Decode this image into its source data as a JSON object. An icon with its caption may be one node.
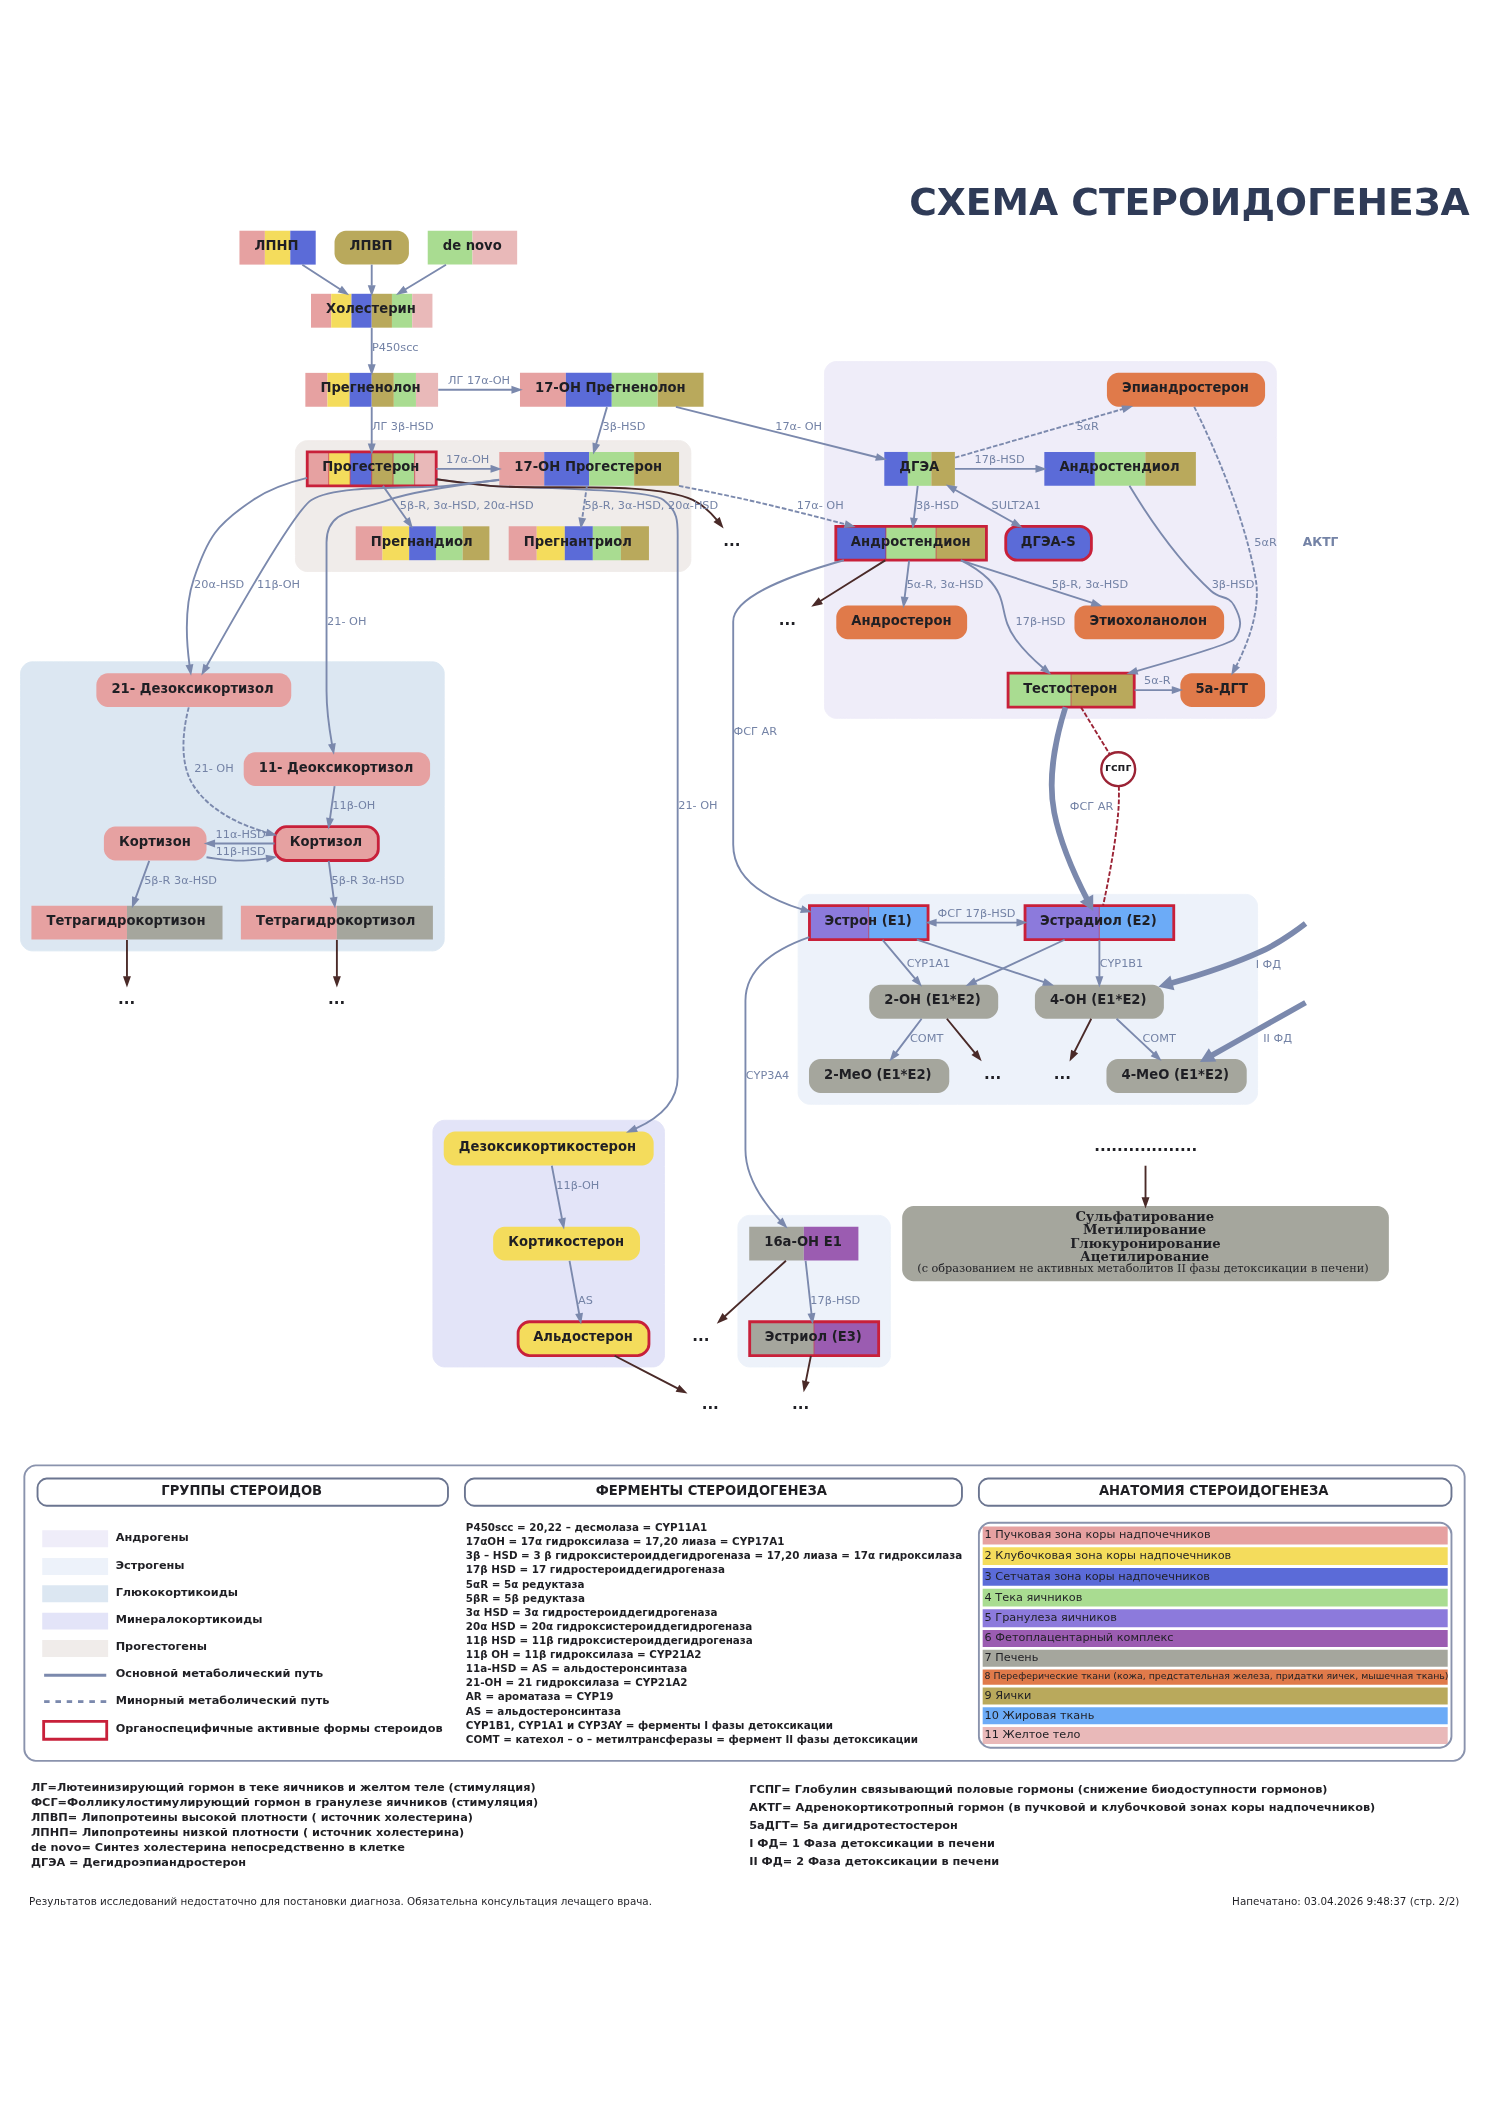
{
  "diagram": {
    "title": "СХЕМА СТЕРОИДОГЕНЕЗА",
    "nodes": [
      {
        "text": [
          "ЛПНП"
        ]
      },
      {
        "text": [
          "ЛПВП"
        ]
      },
      {
        "text": [
          "de novo"
        ]
      },
      {
        "text": [
          "Холестерин"
        ]
      },
      {
        "text": [
          "Прегненолон"
        ]
      },
      {
        "text": [
          "17-OH Прегненолон"
        ]
      },
      {
        "text": [],
        "shape": "box"
      },
      {
        "text": [
          "Прогестерон"
        ],
        "in": 6
      },
      {
        "text": [
          "17-OH Прогестерон"
        ],
        "in": 6
      },
      {
        "text": [
          "Прегнандиол"
        ],
        "in": 6
      },
      {
        "text": [
          "Прегнантриол"
        ],
        "in": 6
      },
      {
        "text": [],
        "shape": "box"
      },
      {
        "text": [
          "Эпиандростерон"
        ],
        "in": 11
      },
      {
        "text": [
          "ДГЭА"
        ],
        "in": 11
      },
      {
        "text": [
          "Андростендиол"
        ],
        "in": 11
      },
      {
        "text": [
          "ДГЭА-S"
        ],
        "in": 11
      },
      {
        "text": [
          "Андростендион"
        ],
        "in": 11
      },
      {
        "text": [
          "Этиохоланолон"
        ],
        "in": 11
      },
      {
        "text": [
          "Андростерон"
        ],
        "in": 11
      },
      {
        "text": [
          "Тестостерон"
        ],
        "in": 11
      },
      {
        "text": [
          "5a-ДГТ"
        ],
        "in": 11
      },
      {
        "text": [
          "гспг"
        ]
      },
      {
        "text": [],
        "shape": "box"
      },
      {
        "text": [
          "21- Дезоксикортизол"
        ],
        "in": 22
      },
      {
        "text": [
          "11- Деоксикортизол"
        ],
        "in": 22
      },
      {
        "text": [
          "Кортизон"
        ],
        "in": 22
      },
      {
        "text": [
          "Кортизол"
        ],
        "in": 22
      },
      {
        "text": [
          "Тетрагидрокортизон"
        ],
        "in": 22
      },
      {
        "text": [
          "Тетрагидрокортизол"
        ],
        "in": 22
      },
      {
        "text": [],
        "shape": "box"
      },
      {
        "text": [
          "Эстрон (E1)"
        ],
        "in": 29
      },
      {
        "text": [
          "Эстрадиол (E2)"
        ],
        "in": 29
      },
      {
        "text": [
          "2-OH (E1*E2)"
        ],
        "in": 29
      },
      {
        "text": [
          "4-OH (E1*E2)"
        ],
        "in": 29
      },
      {
        "text": [
          "2-MeO (E1*E2)"
        ],
        "in": 29
      },
      {
        "text": [
          "4-MeO (E1*E2)"
        ],
        "in": 29
      },
      {
        "text": [],
        "shape": "box"
      },
      {
        "text": [
          "Дезоксикортикостерон"
        ],
        "in": 36
      },
      {
        "text": [
          "Кортикостерон"
        ],
        "in": 36
      },
      {
        "text": [
          "Альдостерон"
        ],
        "in": 36
      },
      {
        "text": [],
        "shape": "box"
      },
      {
        "text": [
          "16a-OH E1"
        ],
        "in": 40
      },
      {
        "text": [
          "Эстриол (E3)"
        ],
        "in": 40
      },
      {
        "text": [
          ".................."
        ]
      },
      {
        "text": [
          "Сульфатирование",
          "Метилирование",
          "Глюкуронирование",
          "Ацетилирование",
          "(с образованием не активных метаболитов II фазы детоксикации в печени)"
        ]
      },
      {
        "text": [
          "..."
        ]
      },
      {
        "text": [
          "..."
        ]
      },
      {
        "text": [
          "..."
        ]
      },
      {
        "text": [
          "..."
        ]
      },
      {
        "text": [
          "..."
        ],
        "in": 29
      },
      {
        "text": [
          "..."
        ],
        "in": 29
      },
      {
        "text": [
          "..."
        ]
      },
      {
        "text": [
          "..."
        ]
      },
      {
        "text": [
          "..."
        ]
      }
    ],
    "edges": [
      {
        "from": 0,
        "to": 3,
        "arrow": "to"
      },
      {
        "from": 1,
        "to": 3,
        "arrow": "to"
      },
      {
        "from": 2,
        "to": 3,
        "arrow": "to"
      },
      {
        "from": 3,
        "to": 4,
        "arrow": "to",
        "label": "P450scc"
      },
      {
        "from": 4,
        "to": 7,
        "arrow": "to",
        "label": "ЛГ 3β-HSD"
      },
      {
        "from": 4,
        "to": 5,
        "arrow": "to",
        "label": "ЛГ 17α-OH"
      },
      {
        "from": 5,
        "to": 8,
        "arrow": "to",
        "label": "3β-HSD"
      },
      {
        "from": 5,
        "to": 13,
        "arrow": "to",
        "label": "17α- OH"
      },
      {
        "from": 7,
        "to": 8,
        "arrow": "to",
        "label": "17α-OH"
      },
      {
        "from": 7,
        "to": 9,
        "arrow": "to",
        "label": "5β-R, 3α-HSD, 20α-HSD"
      },
      {
        "from": 8,
        "to": 10,
        "arrow": "to",
        "style": "dashed",
        "label": "5β-R, 3α-HSD, 20α-HSD"
      },
      {
        "from": 7,
        "to": 23,
        "arrow": "to",
        "label": "20α-HSD"
      },
      {
        "from": 7,
        "to": 37,
        "arrow": "to",
        "label": "21- OH"
      },
      {
        "from": 8,
        "to": 23,
        "arrow": "to",
        "label": "11β-OH"
      },
      {
        "from": 8,
        "to": 24,
        "arrow": "to",
        "label": "21- OH"
      },
      {
        "from": 8,
        "to": 16,
        "arrow": "to",
        "style": "dashed",
        "label": "17α- OH"
      },
      {
        "from": 13,
        "to": 15,
        "arrow": "both",
        "label": "SULT2A1"
      },
      {
        "from": 13,
        "to": 12,
        "arrow": "to",
        "style": "dashed",
        "label": "5αR"
      },
      {
        "from": 13,
        "to": 14,
        "arrow": "to",
        "label": "17β-HSD"
      },
      {
        "from": 13,
        "to": 16,
        "arrow": "to",
        "label": "3β-HSD"
      },
      {
        "from": 14,
        "to": 19,
        "arrow": "to",
        "label": "3β-HSD"
      },
      {
        "from": 16,
        "to": 17,
        "arrow": "to",
        "label": "5β-R, 3α-HSD"
      },
      {
        "from": 16,
        "to": 18,
        "arrow": "to",
        "label": "5α-R, 3α-HSD"
      },
      {
        "from": 16,
        "to": 19,
        "arrow": "to",
        "label": "17β-HSD"
      },
      {
        "from": 16,
        "to": 30,
        "arrow": "to",
        "label": "ФСГ AR"
      },
      {
        "from": 12,
        "to": 20,
        "arrow": "to",
        "style": "dashed",
        "label": "5αR"
      },
      {
        "from": 19,
        "to": 20,
        "arrow": "to",
        "label": "5α-R"
      },
      {
        "from": 19,
        "to": 31,
        "arrow": "to",
        "style": "thick",
        "label": "ФСГ AR"
      },
      {
        "from": 19,
        "to": 21,
        "arrow": "none",
        "style": "dashed",
        "color": "#9b2335"
      },
      {
        "from": 21,
        "to": 31,
        "arrow": "none",
        "style": "dashed",
        "color": "#9b2335"
      },
      {
        "from": 23,
        "to": 26,
        "arrow": "to",
        "style": "dashed",
        "label": "21- OH"
      },
      {
        "from": 24,
        "to": 26,
        "arrow": "to",
        "label": "11β-OH"
      },
      {
        "from": 25,
        "to": 26,
        "arrow": "to",
        "label": "11β-HSD"
      },
      {
        "from": 26,
        "to": 25,
        "arrow": "to",
        "label": "11α-HSD"
      },
      {
        "from": 25,
        "to": 27,
        "arrow": "to",
        "label": "5β-R 3α-HSD"
      },
      {
        "from": 26,
        "to": 28,
        "arrow": "to",
        "label": "5β-R 3α-HSD"
      },
      {
        "from": 30,
        "to": 31,
        "arrow": "both",
        "label": "ФСГ 17β-HSD"
      },
      {
        "from": 30,
        "to": 32,
        "arrow": "to",
        "label": "CYP1A1"
      },
      {
        "from": 30,
        "to": 33,
        "arrow": "to"
      },
      {
        "from": 31,
        "to": 32,
        "arrow": "to"
      },
      {
        "from": 31,
        "to": 33,
        "arrow": "to",
        "label": "CYP1B1"
      },
      {
        "from": 32,
        "to": 34,
        "arrow": "to",
        "label": "COMT"
      },
      {
        "from": 33,
        "to": 35,
        "arrow": "to",
        "label": "COMT"
      },
      {
        "from": 30,
        "to": 41,
        "arrow": "to",
        "label": "CYP3A4"
      },
      {
        "from": 41,
        "to": 42,
        "arrow": "to",
        "label": "17β-HSD"
      },
      {
        "from": 37,
        "to": 38,
        "arrow": "to",
        "label": "11β-OH"
      },
      {
        "from": 38,
        "to": 39,
        "arrow": "to",
        "label": "AS"
      },
      {
        "from": null,
        "to": 33,
        "arrow": "to",
        "style": "thick",
        "label": "I ФД"
      },
      {
        "from": null,
        "to": 35,
        "arrow": "to",
        "style": "thick",
        "label": "II ФД"
      },
      {
        "from": 7,
        "to": 45,
        "arrow": "to",
        "color": "#4a2a28"
      },
      {
        "from": 16,
        "to": 46,
        "arrow": "to",
        "color": "#4a2a28"
      },
      {
        "from": 27,
        "to": 47,
        "arrow": "to",
        "color": "#4a2a28"
      },
      {
        "from": 28,
        "to": 48,
        "arrow": "to",
        "color": "#4a2a28"
      },
      {
        "from": 32,
        "to": 49,
        "arrow": "to",
        "color": "#4a2a28"
      },
      {
        "from": 33,
        "to": 50,
        "arrow": "to",
        "color": "#4a2a28"
      },
      {
        "from": 41,
        "to": 51,
        "arrow": "to",
        "color": "#4a2a28"
      },
      {
        "from": 42,
        "to": 52,
        "arrow": "to",
        "color": "#4a2a28"
      },
      {
        "from": 39,
        "to": 53,
        "arrow": "to",
        "color": "#4a2a28"
      },
      {
        "from": 43,
        "to": 44,
        "arrow": "to",
        "color": "#4a2a28"
      }
    ],
    "labels": [
      "АКТГ",
      "ГРУППЫ СТЕРОИДОВ",
      "ФЕРМЕНТЫ СТЕРОИДОГЕНЕЗА",
      "АНАТОМИЯ СТЕРОИДОГЕНЕЗА",
      "P450scc = 20,22 – десмолаза = CYP11A1",
      "17αOH = 17α гидроксилаза = 17,20 лиаза = CYP17A1",
      "3β – HSD = 3 β гидроксистероиддегидрогеназа = 17,20 лиаза = 17α гидроксилаза",
      "17β HSD = 17 гидростероиддегидрогеназа",
      "5αR = 5α редуктаза",
      "5βR = 5β редуктаза",
      "3α HSD = 3α гидростероиддегидрогеназа",
      "20α HSD = 20α гидроксистероиддегидрогеназа",
      "11β HSD = 11β гидроксистероиддегидрогеназа",
      "11β OH = 11β гидроксилаза = CYP21A2",
      "11a-HSD = AS = альдостеронсинтаза",
      "21-OH = 21 гидроксилаза = CYP21A2",
      "AR = ароматаза = CYP19",
      "AS = альдостеронсинтаза",
      "CYP1B1, CYP1A1 и CYP3AY = ферменты I фазы детоксикации",
      "COMT = катехол – о – метилтрансферазы = фермент II фазы детоксикации",
      "ЛГ=Лютеинизирующий гормон в теке яичников и желтом теле (стимуляция)",
      "ФСГ=Фолликулостимулирующий гормон в гранулезе яичников (стимуляция)",
      "ЛПВП= Липопротеины высокой плотности ( источник холестерина)",
      "ЛПНП= Липопротеины низкой плотности ( источник холестерина)",
      "de novo= Синтез холестерина непосредственно в клетке",
      "ДГЭА = Дегидроэпиандростерон",
      "ГСПГ= Глобулин связывающий половые гормоны (снижение биодоступности гормонов)",
      "АКТГ= Адренокортикотропный гормон (в пучковой и клубочковой зонах коры надпочечников)",
      "5aДГТ= 5a дигидротестостерон",
      "I ФД= 1 Фаза детоксикации в печени",
      "II ФД= 2 Фаза детоксикации в печени",
      "Результатов исследований недостаточно для постановки диагноза. Обязательна консультация лечащего врача.",
      "Напечатано: 03.04.2026 9:48:37 (стр. 2/2)"
    ],
    "legend": [
      {
        "text": "Андрогены",
        "color": "#efedf9"
      },
      {
        "text": "Эстрогены",
        "color": "#edf2fa"
      },
      {
        "text": "Глюкокортикоиды",
        "color": "#dce7f2"
      },
      {
        "text": "Минералокортикоиды",
        "color": "#e3e4f8"
      },
      {
        "text": "Прогестогены",
        "color": "#f0ecea"
      },
      {
        "text": "Основной метаболический путь"
      },
      {
        "text": "Минорный метаболический путь"
      },
      {
        "text": "Органоспецифичные активные формы стероидов"
      },
      {
        "text": "1 Пучковая зона коры надпочечников",
        "color": "#e6a1a1"
      },
      {
        "text": "2 Клубочковая зона коры надпочечников",
        "color": "#f4dc5c"
      },
      {
        "text": "3 Сетчатая зона коры надпочечников",
        "color": "#5b6bd8"
      },
      {
        "text": "4 Тека яичников",
        "color": "#a9dc91"
      },
      {
        "text": "5 Гранулеза яичников",
        "color": "#8c7adc"
      },
      {
        "text": "6 Фетоплацентарный комплекс",
        "color": "#9b5cb1"
      },
      {
        "text": "7 Печень",
        "color": "#a5a69d"
      },
      {
        "text": "8 Переферические ткани (кожа, предстательная железа, придатки яичек, мышечная ткань)",
        "color": "#e07a4a"
      },
      {
        "text": "9 Яички",
        "color": "#b9a95c"
      },
      {
        "text": "10 Жировая ткань",
        "color": "#6cabf7"
      },
      {
        "text": "11 Желтое тело",
        "color": "#e9b9b9"
      }
    ]
  }
}
